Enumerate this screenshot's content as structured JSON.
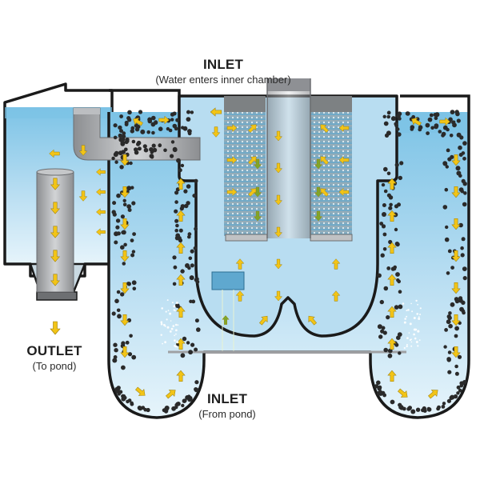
{
  "labels": {
    "inlet_top": {
      "title": "INLET",
      "subtitle": "(Water enters inner chamber)"
    },
    "outlet": {
      "title": "OUTLET",
      "subtitle": "(To pond)"
    },
    "inlet_bottom": {
      "title": "INLET",
      "subtitle": "(From pond)"
    }
  },
  "colors": {
    "water_light": "#d9eef9",
    "water_mid": "#8fcbe8",
    "water_deep": "#5aaed6",
    "outline": "#1a1a1a",
    "arrow_yellow": "#f2c417",
    "arrow_green": "#7fa62a",
    "media_bead": "#2a2a2a",
    "pipe_gray": "#a7a9ac"
  },
  "icons": [
    "flow-arrow-icon",
    "media-bead-icon"
  ]
}
